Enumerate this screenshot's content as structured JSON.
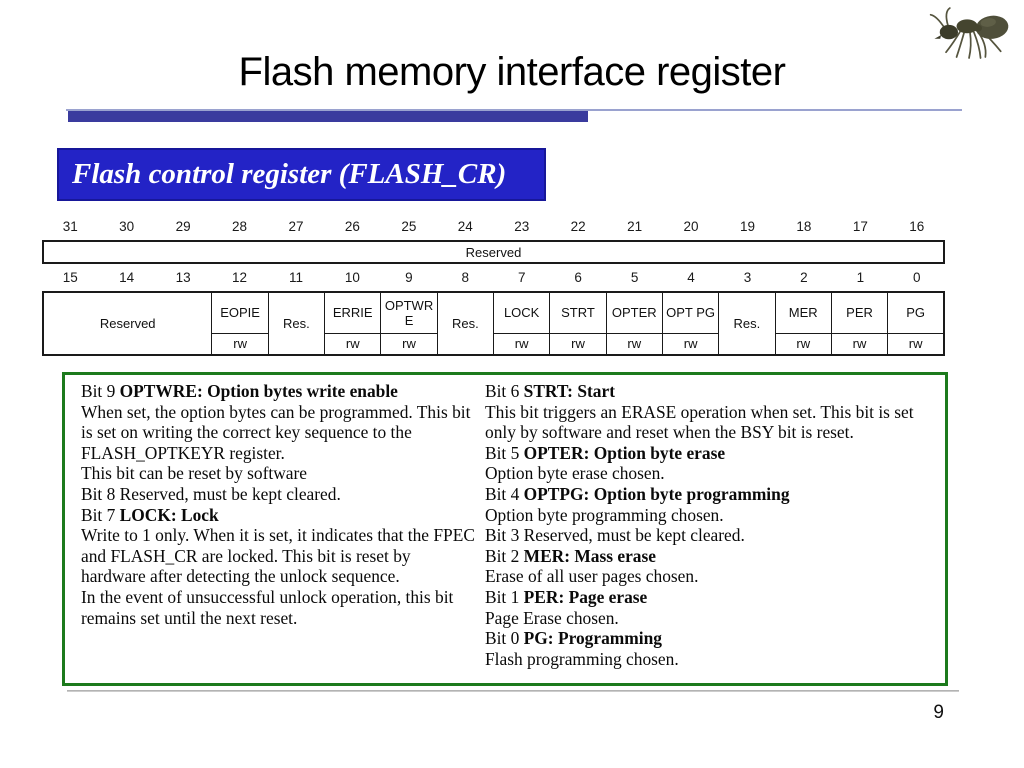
{
  "slide": {
    "title": "Flash memory interface register",
    "page_number": "9"
  },
  "banner": {
    "label": "Flash control register (FLASH_CR)"
  },
  "register": {
    "high_bit_labels": [
      "31",
      "30",
      "29",
      "28",
      "27",
      "26",
      "25",
      "24",
      "23",
      "22",
      "21",
      "20",
      "19",
      "18",
      "17",
      "16"
    ],
    "high_field_label": "Reserved",
    "low_bit_labels": [
      "15",
      "14",
      "13",
      "12",
      "11",
      "10",
      "9",
      "8",
      "7",
      "6",
      "5",
      "4",
      "3",
      "2",
      "1",
      "0"
    ],
    "fields": [
      {
        "bits": "15:13",
        "label": "Reserved",
        "colspan": 3,
        "rowspan": 2,
        "access": ""
      },
      {
        "bits": "12",
        "label": "EOPIE",
        "colspan": 1,
        "rowspan": 1,
        "access": "rw"
      },
      {
        "bits": "11",
        "label": "Res.",
        "colspan": 1,
        "rowspan": 2,
        "access": ""
      },
      {
        "bits": "10",
        "label": "ERRIE",
        "colspan": 1,
        "rowspan": 1,
        "access": "rw"
      },
      {
        "bits": "9",
        "label": "OPTWRE",
        "colspan": 1,
        "rowspan": 1,
        "access": "rw"
      },
      {
        "bits": "8",
        "label": "Res.",
        "colspan": 1,
        "rowspan": 2,
        "access": ""
      },
      {
        "bits": "7",
        "label": "LOCK",
        "colspan": 1,
        "rowspan": 1,
        "access": "rw"
      },
      {
        "bits": "6",
        "label": "STRT",
        "colspan": 1,
        "rowspan": 1,
        "access": "rw"
      },
      {
        "bits": "5",
        "label": "OPTER",
        "colspan": 1,
        "rowspan": 1,
        "access": "rw"
      },
      {
        "bits": "4",
        "label": "OPT PG",
        "colspan": 1,
        "rowspan": 1,
        "access": "rw"
      },
      {
        "bits": "3",
        "label": "Res.",
        "colspan": 1,
        "rowspan": 2,
        "access": ""
      },
      {
        "bits": "2",
        "label": "MER",
        "colspan": 1,
        "rowspan": 1,
        "access": "rw"
      },
      {
        "bits": "1",
        "label": "PER",
        "colspan": 1,
        "rowspan": 1,
        "access": "rw"
      },
      {
        "bits": "0",
        "label": "PG",
        "colspan": 1,
        "rowspan": 1,
        "access": "rw"
      }
    ]
  },
  "descriptions": {
    "left_column": [
      {
        "parts": [
          {
            "text": "Bit 9 ",
            "bold": false
          },
          {
            "text": "OPTWRE: Option bytes write enable",
            "bold": true
          }
        ]
      },
      {
        "parts": [
          {
            "text": "When set, the option bytes can be programmed. This bit is set on writing the correct key sequence to the FLASH_OPTKEYR register.",
            "bold": false
          }
        ]
      },
      {
        "parts": [
          {
            "text": "This bit can be reset by software",
            "bold": false
          }
        ]
      },
      {
        "parts": [
          {
            "text": "Bit 8 Reserved, must be kept cleared.",
            "bold": false
          }
        ]
      },
      {
        "parts": [
          {
            "text": "Bit 7 ",
            "bold": false
          },
          {
            "text": "LOCK: Lock",
            "bold": true
          }
        ]
      },
      {
        "parts": [
          {
            "text": "Write to 1 only. When it is set, it indicates that the FPEC and FLASH_CR are locked. This bit is reset by hardware after detecting the unlock sequence.",
            "bold": false
          }
        ]
      },
      {
        "parts": [
          {
            "text": "In the event of unsuccessful unlock operation, this bit remains set until the next reset.",
            "bold": false
          }
        ]
      }
    ],
    "right_column": [
      {
        "parts": [
          {
            "text": "Bit 6 ",
            "bold": false
          },
          {
            "text": "STRT: Start",
            "bold": true
          }
        ]
      },
      {
        "parts": [
          {
            "text": "This bit triggers an ERASE operation when set. This bit is set only by software and reset when the BSY bit is reset.",
            "bold": false
          }
        ]
      },
      {
        "parts": [
          {
            "text": "Bit 5 ",
            "bold": false
          },
          {
            "text": "OPTER: Option byte erase",
            "bold": true
          }
        ]
      },
      {
        "parts": [
          {
            "text": "Option byte erase chosen.",
            "bold": false
          }
        ]
      },
      {
        "parts": [
          {
            "text": "Bit 4 ",
            "bold": false
          },
          {
            "text": "OPTPG: Option byte programming",
            "bold": true
          }
        ]
      },
      {
        "parts": [
          {
            "text": "Option byte programming chosen.",
            "bold": false
          }
        ]
      },
      {
        "parts": [
          {
            "text": "Bit 3 Reserved, must be kept cleared.",
            "bold": false
          }
        ]
      },
      {
        "parts": [
          {
            "text": "Bit 2 ",
            "bold": false
          },
          {
            "text": "MER: Mass erase",
            "bold": true
          }
        ]
      },
      {
        "parts": [
          {
            "text": "Erase of all user pages chosen.",
            "bold": false
          }
        ]
      },
      {
        "parts": [
          {
            "text": "Bit 1 ",
            "bold": false
          },
          {
            "text": "PER: Page erase",
            "bold": true
          }
        ]
      },
      {
        "parts": [
          {
            "text": "Page Erase chosen.",
            "bold": false
          }
        ]
      },
      {
        "parts": [
          {
            "text": "Bit 0 ",
            "bold": false
          },
          {
            "text": "PG: Programming",
            "bold": true
          }
        ]
      },
      {
        "parts": [
          {
            "text": "Flash programming chosen.",
            "bold": false
          }
        ]
      }
    ]
  },
  "colors": {
    "banner_blue": "#2323c6",
    "accent_bar_blue": "#3a3b9e",
    "thin_rule_blue": "#9aa2cf",
    "green_border": "#1c7a1c",
    "table_border": "#1a1a1a"
  },
  "icons": {
    "ant": "ant-image"
  }
}
